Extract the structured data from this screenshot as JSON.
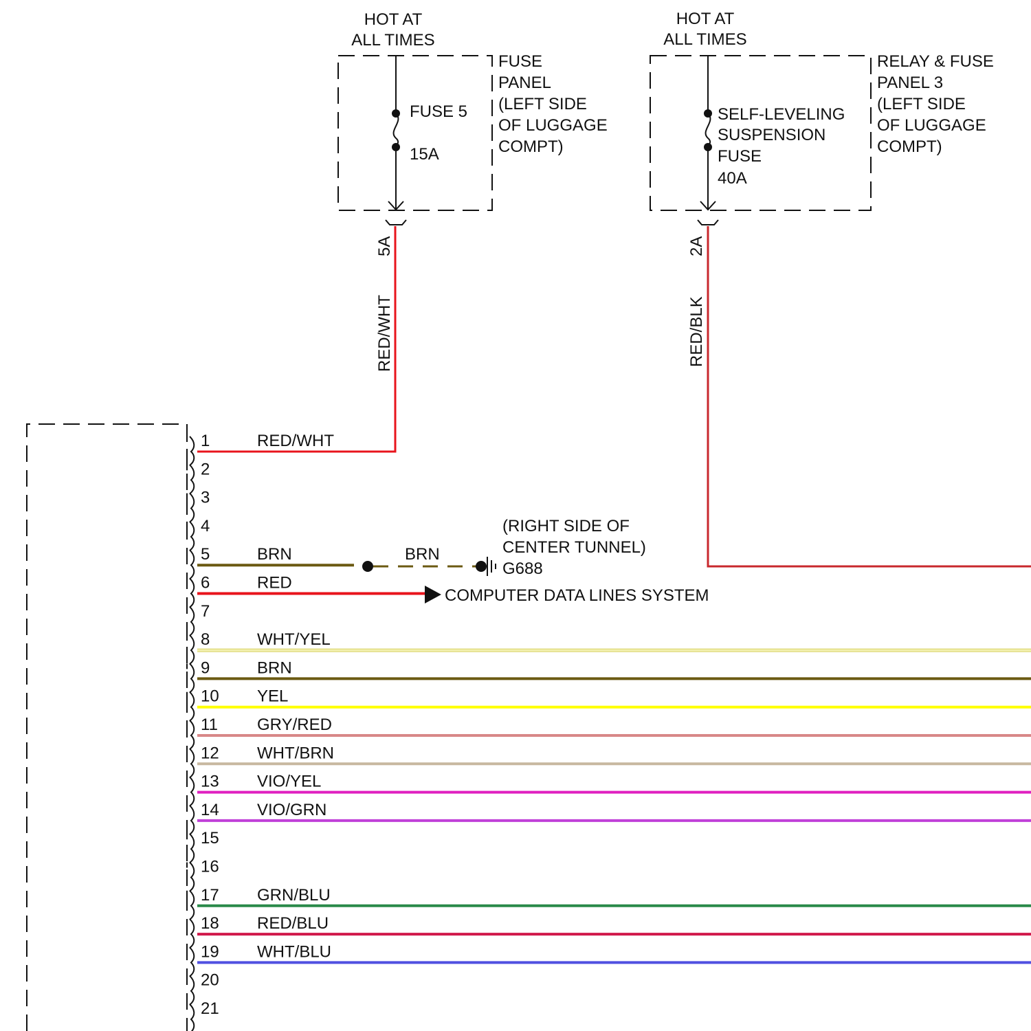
{
  "colors": {
    "red": "#e8141c",
    "red_dark": "#c8282d",
    "brown": "#6b5a12",
    "yellow": "#ffff00",
    "white_yellow_light": "#f2f0b0",
    "white_yellow_edge": "#d8d060",
    "gray_red": "#d88888",
    "white_brown": "#c8b8a0",
    "violet_pink": "#e020c0",
    "violet_green": "#c040d8",
    "green_blue": "#2a8a4a",
    "red_blue": "#d0184a",
    "white_blue": "#5050e0"
  },
  "fuse_panel": {
    "hot_line1": "HOT AT",
    "hot_line2": "ALL TIMES",
    "fuse_name": "FUSE 5",
    "fuse_rating": "15A",
    "label_lines": [
      "FUSE",
      "PANEL",
      "(LEFT SIDE",
      "OF LUGGAGE",
      "COMPT)"
    ],
    "terminal": "5A",
    "wire_color": "RED/WHT"
  },
  "relay_panel": {
    "hot_line1": "HOT AT",
    "hot_line2": "ALL TIMES",
    "fuse_lines": [
      "SELF-LEVELING",
      "SUSPENSION",
      "FUSE",
      "40A"
    ],
    "label_lines": [
      "RELAY & FUSE",
      "PANEL 3",
      "(LEFT SIDE",
      "OF LUGGAGE",
      "COMPT)"
    ],
    "terminal": "2A",
    "wire_color": "RED/BLK"
  },
  "ground": {
    "label_lines": [
      "(RIGHT SIDE OF",
      "CENTER TUNNEL)"
    ],
    "id": "G688",
    "wire_label": "BRN"
  },
  "data_lines_label": "COMPUTER DATA LINES SYSTEM",
  "pins": [
    {
      "num": "1",
      "wire": "RED/WHT"
    },
    {
      "num": "2",
      "wire": ""
    },
    {
      "num": "3",
      "wire": ""
    },
    {
      "num": "4",
      "wire": ""
    },
    {
      "num": "5",
      "wire": "BRN"
    },
    {
      "num": "6",
      "wire": "RED"
    },
    {
      "num": "7",
      "wire": ""
    },
    {
      "num": "8",
      "wire": "WHT/YEL"
    },
    {
      "num": "9",
      "wire": "BRN"
    },
    {
      "num": "10",
      "wire": "YEL"
    },
    {
      "num": "11",
      "wire": "GRY/RED"
    },
    {
      "num": "12",
      "wire": "WHT/BRN"
    },
    {
      "num": "13",
      "wire": "VIO/YEL"
    },
    {
      "num": "14",
      "wire": "VIO/GRN"
    },
    {
      "num": "15",
      "wire": ""
    },
    {
      "num": "16",
      "wire": ""
    },
    {
      "num": "17",
      "wire": "GRN/BLU"
    },
    {
      "num": "18",
      "wire": "RED/BLU"
    },
    {
      "num": "19",
      "wire": "WHT/BLU"
    },
    {
      "num": "20",
      "wire": ""
    },
    {
      "num": "21",
      "wire": ""
    }
  ]
}
